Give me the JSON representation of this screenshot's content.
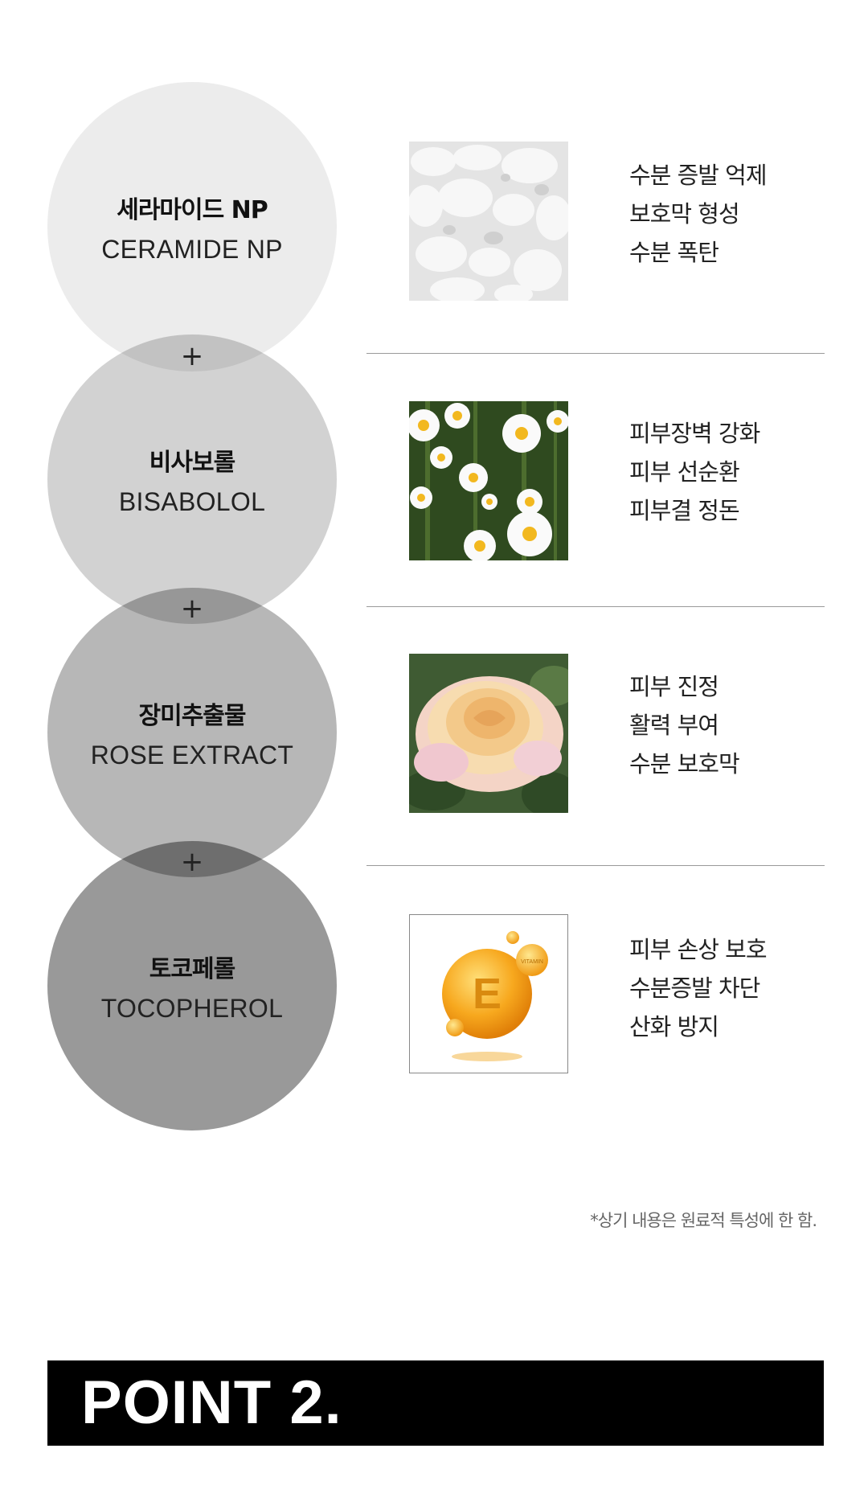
{
  "ingredients": [
    {
      "name_ko": "세라마이드 NP",
      "name_en": "CERAMIDE NP",
      "image_icon": "ceramide-powder-image",
      "benefits": [
        "수분 증발 억제",
        "보호막 형성",
        "수분 폭탄"
      ]
    },
    {
      "name_ko": "비사보롤",
      "name_en": "BISABOLOL",
      "image_icon": "chamomile-flowers-image",
      "benefits": [
        "피부장벽 강화",
        "피부 선순환",
        "피부결 정돈"
      ]
    },
    {
      "name_ko": "장미추출물",
      "name_en": "ROSE EXTRACT",
      "image_icon": "rose-image",
      "benefits": [
        "피부 진정",
        "활력 부여",
        "수분 보호막"
      ]
    },
    {
      "name_ko": "토코페롤",
      "name_en": "TOCOPHEROL",
      "image_icon": "vitamin-e-image",
      "image_text": {
        "letter": "E",
        "caption": "VITAMIN"
      },
      "benefits": [
        "피부 손상 보호",
        "수분증발 차단",
        "산화 방지"
      ]
    }
  ],
  "plus_symbol": "+",
  "note": "*상기 내용은 원료적 특성에 한 함.",
  "point_banner": "POINT 2."
}
